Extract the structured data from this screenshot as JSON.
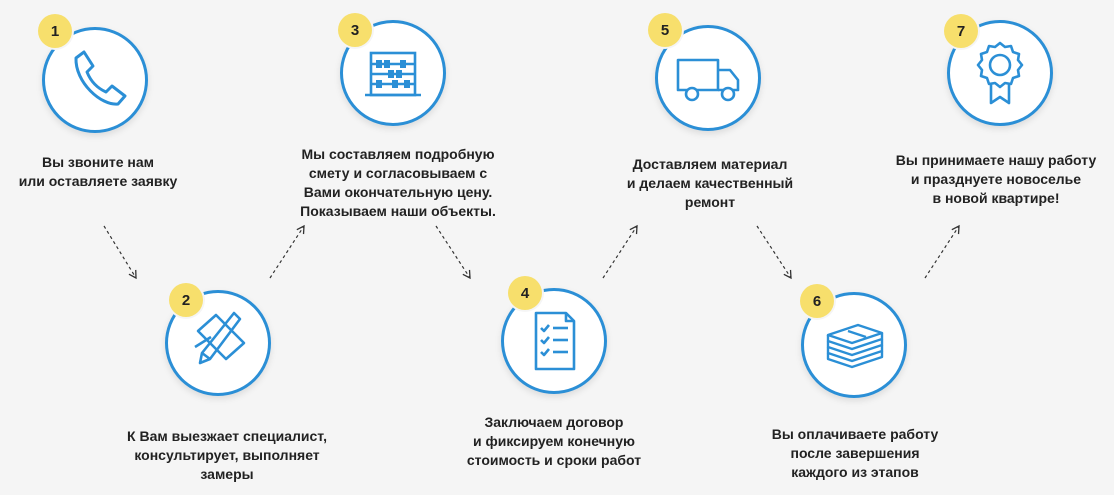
{
  "colors": {
    "accent": "#2b8fd6",
    "badge": "#f7df6c",
    "background": "#f5f5f5"
  },
  "steps": [
    {
      "number": "1",
      "icon": "phone-icon",
      "lines": [
        "Вы звоните нам",
        "или оставляете заявку"
      ]
    },
    {
      "number": "2",
      "icon": "pen-paper-icon",
      "lines": [
        "К Вам выезжает специалист,",
        "консультирует, выполняет",
        "замеры"
      ]
    },
    {
      "number": "3",
      "icon": "abacus-icon",
      "lines": [
        "Мы составляем подробную",
        "смету и согласовываем с",
        "Вами окончательную цену.",
        "Показываем наши объекты."
      ]
    },
    {
      "number": "4",
      "icon": "checklist-document-icon",
      "lines": [
        "Заключаем договор",
        "и фиксируем конечную",
        "стоимость и сроки работ"
      ]
    },
    {
      "number": "5",
      "icon": "delivery-truck-icon",
      "lines": [
        "Доставляем материал",
        "и делаем качественный",
        "ремонт"
      ]
    },
    {
      "number": "6",
      "icon": "money-stack-icon",
      "lines": [
        "Вы оплачиваете работу",
        "после завершения",
        "каждого из этапов"
      ]
    },
    {
      "number": "7",
      "icon": "award-ribbon-icon",
      "lines": [
        "Вы принимаете нашу работу",
        "и празднуете новоселье",
        "в новой квартире!"
      ]
    }
  ]
}
